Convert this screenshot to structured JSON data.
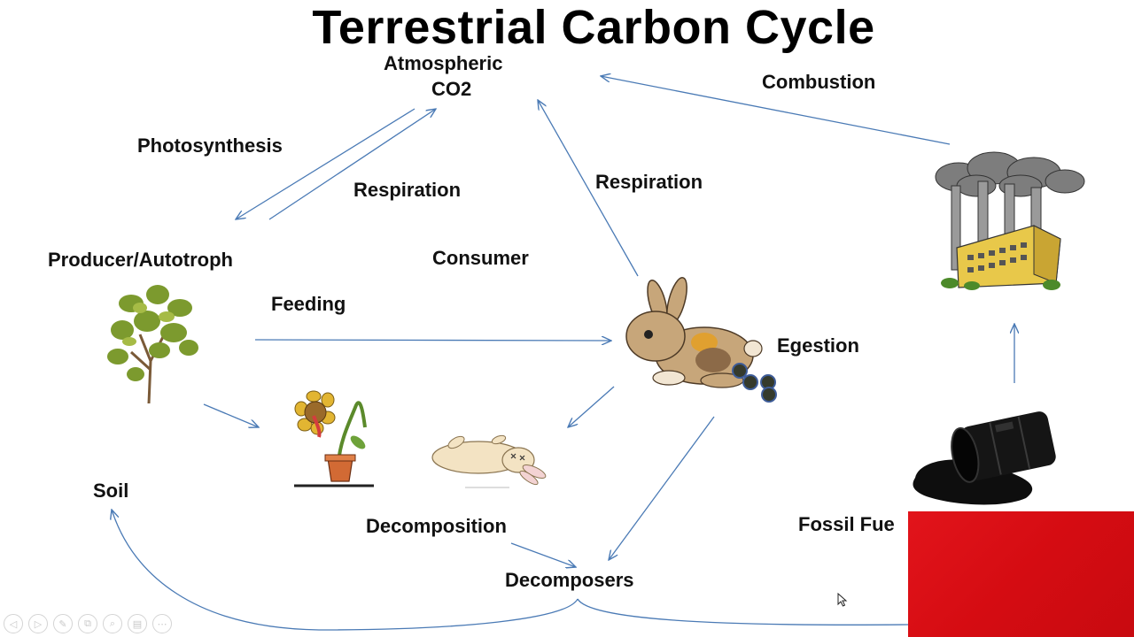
{
  "title": "Terrestrial Carbon Cycle",
  "labels": {
    "atmospheric_line1": "Atmospheric",
    "atmospheric_line2": "CO2",
    "combustion": "Combustion",
    "photosynthesis": "Photosynthesis",
    "respiration_plant": "Respiration",
    "respiration_consumer": "Respiration",
    "producer": "Producer/Autotroph",
    "consumer": "Consumer",
    "feeding": "Feeding",
    "egestion": "Egestion",
    "soil": "Soil",
    "decomposition": "Decomposition",
    "decomposers": "Decomposers",
    "fossil_fuel": "Fossil Fue"
  },
  "icons": [
    "tree-icon",
    "factory-icon",
    "rabbit-icon",
    "wilted-flower-icon",
    "dead-rabbit-icon",
    "oil-barrel-icon"
  ],
  "colors": {
    "arrow": "#4a7ab5",
    "overlay_red": "#d50c12",
    "text": "#111111"
  },
  "toolbar": {
    "buttons": [
      "◁",
      "▷",
      "✎",
      "⧉",
      "⌕",
      "▤",
      "⋯"
    ]
  }
}
